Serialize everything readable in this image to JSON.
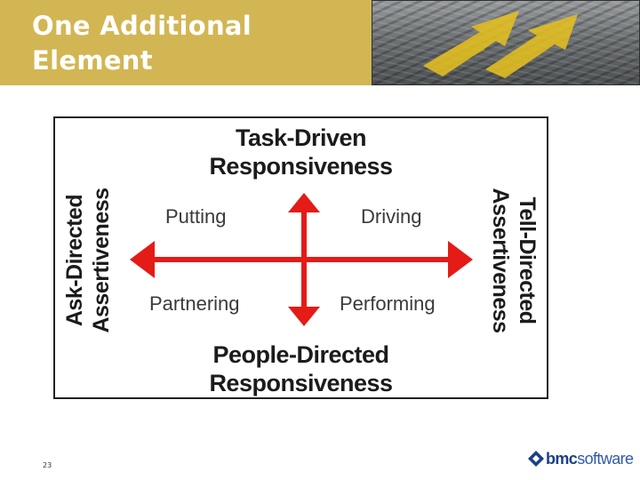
{
  "slide": {
    "title_line1": "One Additional",
    "title_line2": "Element",
    "page_number": "23"
  },
  "diagram": {
    "top": {
      "line1": "Task-Driven",
      "line2": "Responsiveness"
    },
    "bottom": {
      "line1": "People-Directed",
      "line2": "Responsiveness"
    },
    "left": {
      "line1": "Ask-Directed",
      "line2": "Assertiveness"
    },
    "right": {
      "line1": "Tell-Directed",
      "line2": "Assertiveness"
    },
    "quadrants": {
      "top_left": "Putting",
      "top_right": "Driving",
      "bottom_left": "Partnering",
      "bottom_right": "Performing"
    }
  },
  "logo": {
    "bold": "bmc",
    "light": "software"
  },
  "colors": {
    "header_bg": "#d2b653",
    "arrow": "#e41b17",
    "road_marking": "#e8c21d",
    "logo_blue": "#1b3f86"
  }
}
